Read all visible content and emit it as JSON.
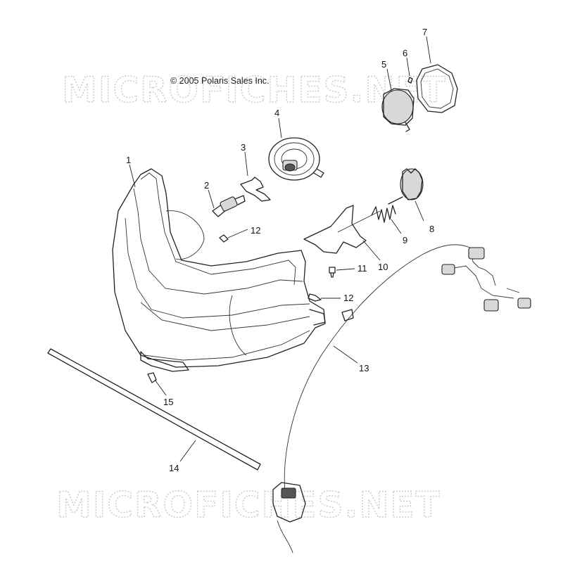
{
  "copyright": "© 2005 Polaris Sales Inc.",
  "watermarks": [
    "MICROFICHES.NET",
    "MICROFICHES.NET"
  ],
  "callouts": [
    "1",
    "2",
    "3",
    "4",
    "5",
    "6",
    "7",
    "8",
    "9",
    "10",
    "11",
    "12",
    "12",
    "13",
    "14",
    "15"
  ]
}
